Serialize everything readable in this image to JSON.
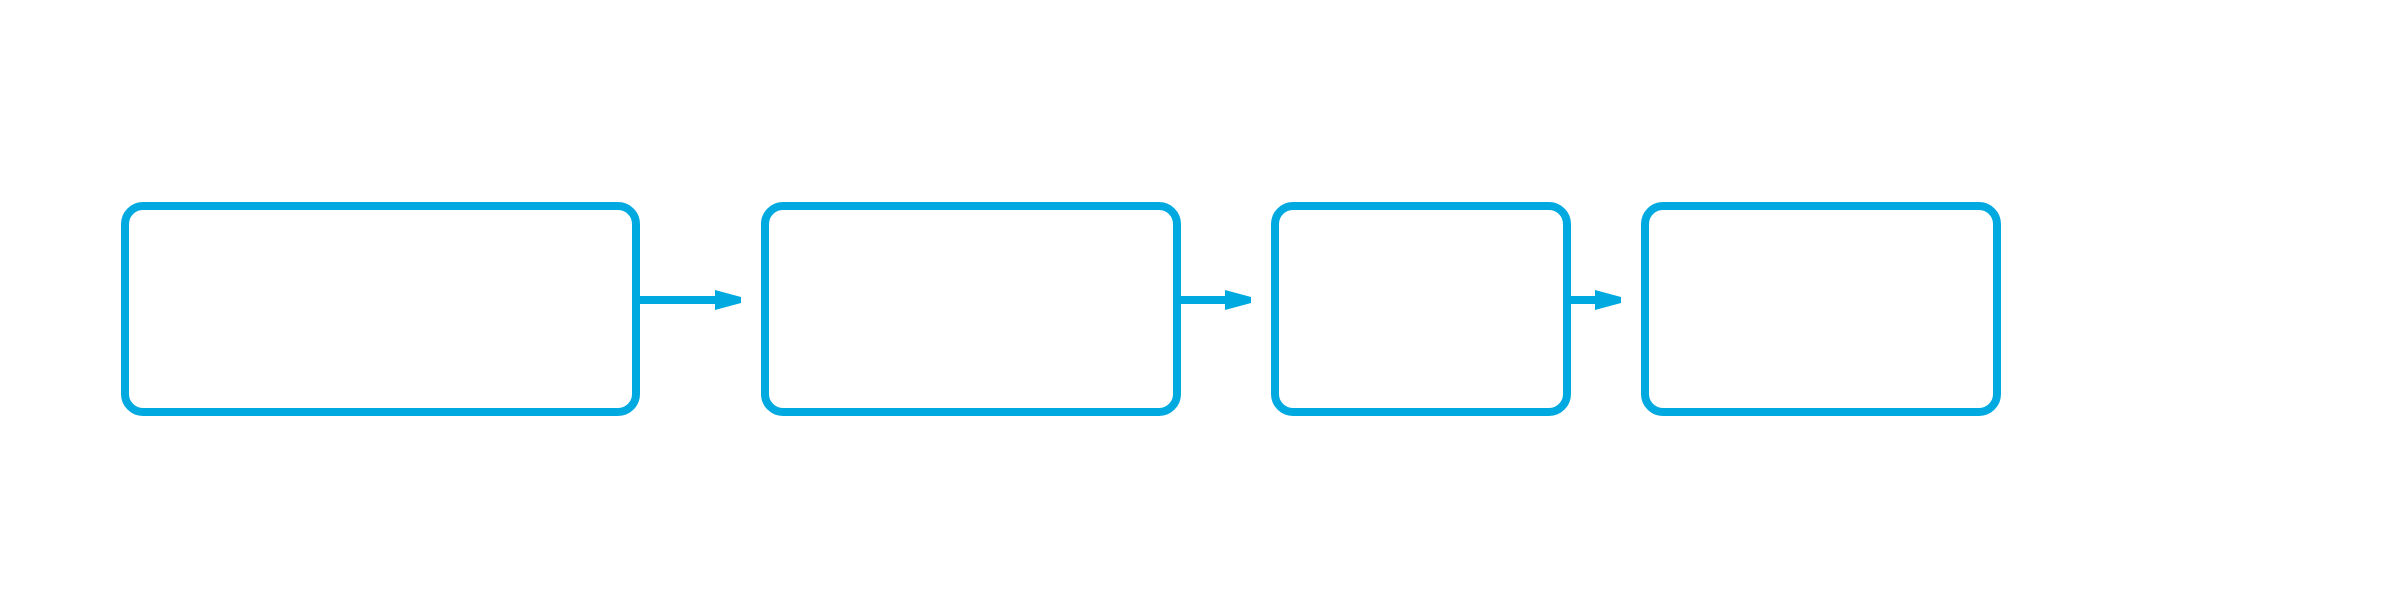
{
  "diagram": {
    "type": "flowchart",
    "direction": "left-to-right",
    "stroke_color": "#00a9e0",
    "background_color": "#ffffff",
    "nodes": [
      {
        "id": "step-1",
        "label": ""
      },
      {
        "id": "step-2",
        "label": ""
      },
      {
        "id": "step-3",
        "label": ""
      },
      {
        "id": "step-4",
        "label": ""
      }
    ],
    "edges": [
      {
        "from": "step-1",
        "to": "step-2"
      },
      {
        "from": "step-2",
        "to": "step-3"
      },
      {
        "from": "step-3",
        "to": "step-4"
      }
    ]
  }
}
